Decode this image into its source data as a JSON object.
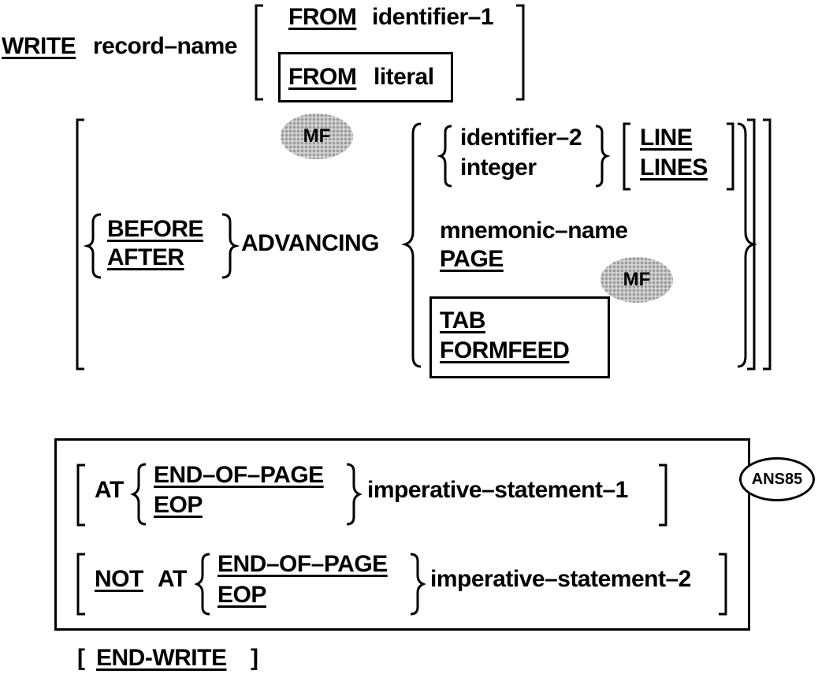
{
  "header": {
    "verb": "WRITE",
    "record": "record–name"
  },
  "from_clause": {
    "from1": "FROM",
    "identifier1": "identifier–1",
    "from2": "FROM",
    "literal": "literal"
  },
  "mf_badges": [
    "MF",
    "MF"
  ],
  "advancing_clause": {
    "before": "BEFORE",
    "after": "AFTER",
    "advancing": "ADVANCING",
    "identifier2": "identifier–2",
    "integer": "integer",
    "line": "LINE",
    "lines": "LINES",
    "mnemonic": "mnemonic–name",
    "page": "PAGE",
    "tab": "TAB",
    "formfeed": "FORMFEED"
  },
  "eop_clause": {
    "at1": "AT",
    "eop_long1": "END–OF–PAGE",
    "eop_short1": "EOP",
    "imperative1": "imperative–statement–1",
    "not": "NOT",
    "at2": "AT",
    "eop_long2": "END–OF–PAGE",
    "eop_short2": "EOP",
    "imperative2": "imperative–statement–2"
  },
  "ans_badge": "ANS85",
  "end_write": {
    "open": "[",
    "keyword": "END-WRITE",
    "close": "]"
  }
}
